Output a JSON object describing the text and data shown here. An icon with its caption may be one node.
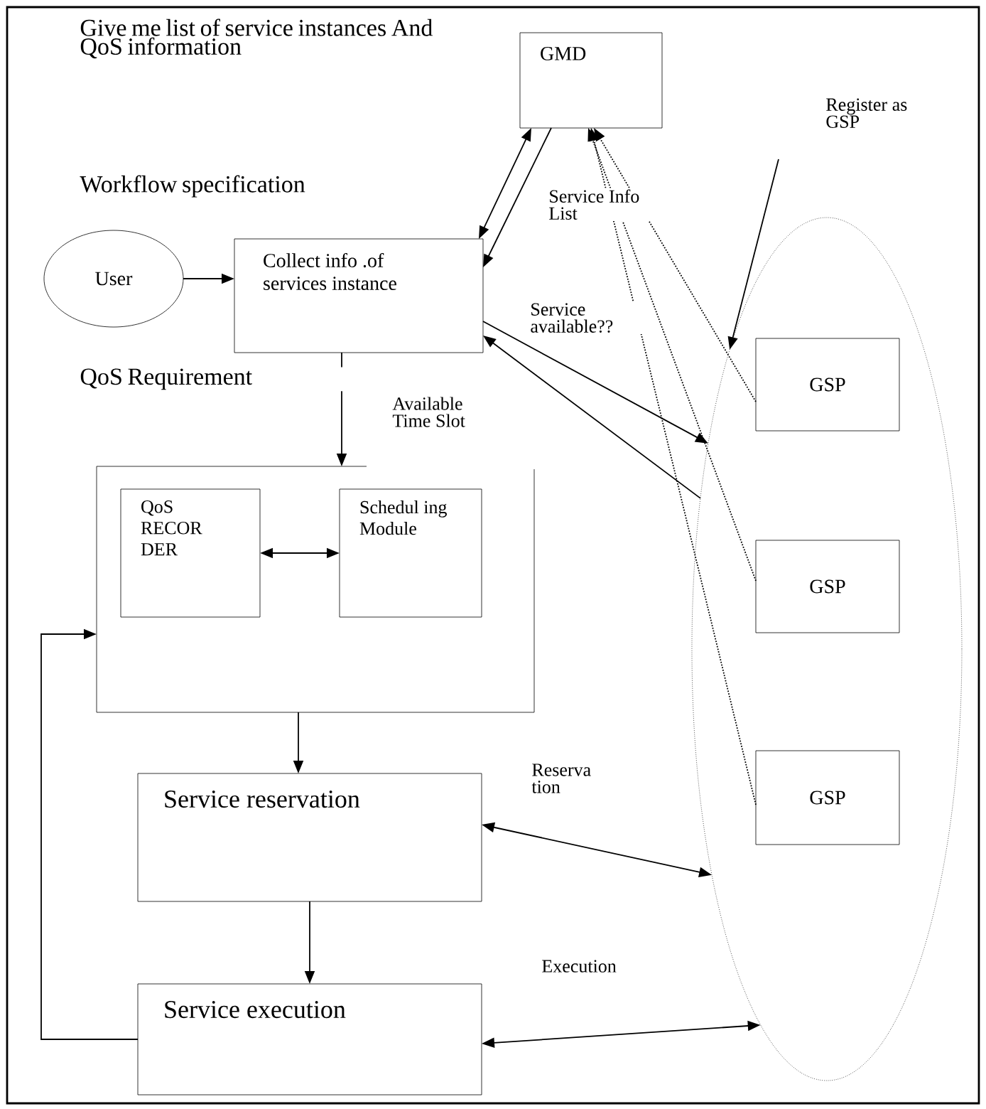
{
  "diagram": {
    "nodes": [
      {
        "text": [
          "User"
        ]
      },
      {
        "text": [
          "Collect info .of services instance"
        ]
      },
      {
        "text": [
          "GMD"
        ]
      },
      {
        "text": [],
        "shape": "ellipse"
      },
      {
        "text": [
          "GSP"
        ],
        "in": 3
      },
      {
        "text": [
          "GSP"
        ],
        "in": 3
      },
      {
        "text": [
          "GSP"
        ],
        "in": 3
      },
      {
        "text": [],
        "shape": "box"
      },
      {
        "text": [
          "QoS RECOR DER"
        ],
        "in": 7
      },
      {
        "text": [
          "Schedul ing Module"
        ],
        "in": 7
      },
      {
        "text": [
          "Service reservation"
        ]
      },
      {
        "text": [
          "Service execution"
        ]
      }
    ],
    "edges": [
      {
        "from": 0,
        "to": 1,
        "arrow": "to"
      },
      {
        "from": 1,
        "to": 2,
        "arrow": "both"
      },
      {
        "from": 2,
        "to": 1,
        "arrow": "to"
      },
      {
        "from": 4,
        "to": 2,
        "arrow": "to",
        "style": "dashed"
      },
      {
        "from": 5,
        "to": 2,
        "arrow": "to",
        "style": "dashed"
      },
      {
        "from": 6,
        "to": 2,
        "arrow": "to",
        "style": "dashed"
      },
      {
        "from": null,
        "to": 3,
        "arrow": "to",
        "label": "Register as GSP"
      },
      {
        "from": 1,
        "to": 3,
        "arrow": "to",
        "label": "Service available??"
      },
      {
        "from": 3,
        "to": 1,
        "arrow": "to"
      },
      {
        "from": 1,
        "to": 7,
        "arrow": "to"
      },
      {
        "from": 8,
        "to": 9,
        "arrow": "both"
      },
      {
        "from": 7,
        "to": 10,
        "arrow": "to"
      },
      {
        "from": 10,
        "to": 11,
        "arrow": "to"
      },
      {
        "from": 11,
        "to": 7,
        "arrow": "to"
      },
      {
        "from": 10,
        "to": 3,
        "arrow": "both",
        "label": "Reserva tion"
      },
      {
        "from": 11,
        "to": 3,
        "arrow": "both",
        "label": "Execution"
      }
    ],
    "labels": [
      "Give me list of service instances And QoS information",
      "Workflow specification",
      "QoS Requirement",
      "Service Info List",
      "Available Time Slot"
    ]
  }
}
